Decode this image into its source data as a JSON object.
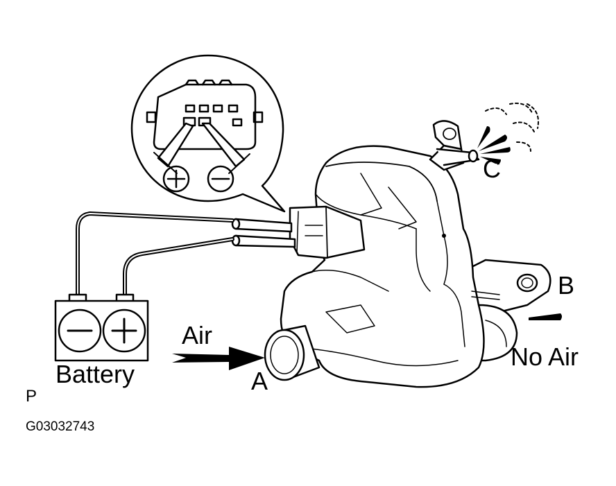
{
  "labels": {
    "air": "Air",
    "battery": "Battery",
    "port_a": "A",
    "port_b": "B",
    "port_c": "C",
    "no_air": "No Air",
    "corner_p": "P",
    "figure_code": "G03032743"
  },
  "connector_terminals": {
    "positive_icon": "plus-sign",
    "negative_icon": "minus-sign"
  },
  "battery_terminals": {
    "left_icon": "minus-sign",
    "right_icon": "plus-sign"
  },
  "colors": {
    "ink": "#000000",
    "paper": "#ffffff"
  }
}
